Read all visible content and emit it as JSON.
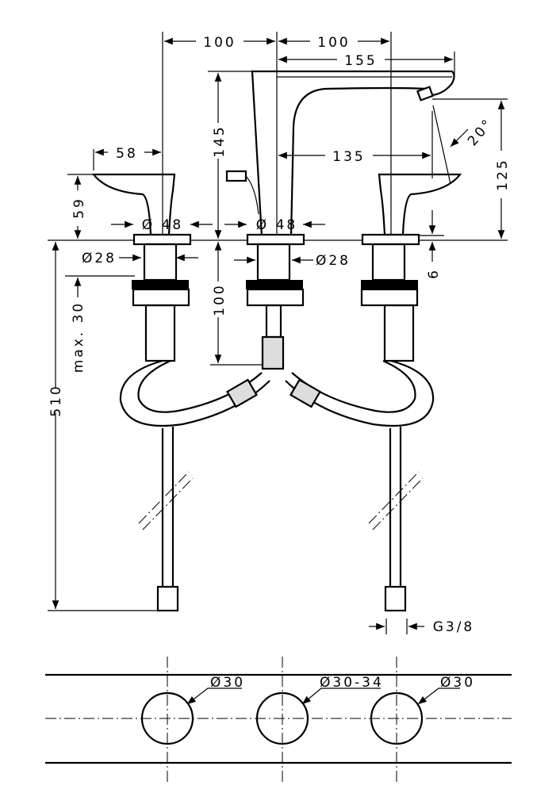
{
  "drawing": {
    "top_view": {
      "dims": {
        "spacing_left": "100",
        "spacing_right": "100",
        "spout_reach": "155",
        "spout_height": "145",
        "handle_reach": "58",
        "handle_height": "59",
        "base_dia_left": "Ø 48",
        "base_dia_center": "Ø 48",
        "spout_outlet_reach": "135",
        "spray_angle": "20°",
        "outlet_height": "125",
        "shank_dia_left": "Ø28",
        "shank_dia_center": "Ø28",
        "base_thickness": "6",
        "shank_length": "100",
        "max_deck_thickness": "max. 30",
        "hose_length": "510",
        "connection_thread": "G3/8"
      }
    },
    "hole_pattern": {
      "left_hole": "Ø30",
      "center_hole": "Ø30-34",
      "right_hole": "Ø30"
    }
  }
}
